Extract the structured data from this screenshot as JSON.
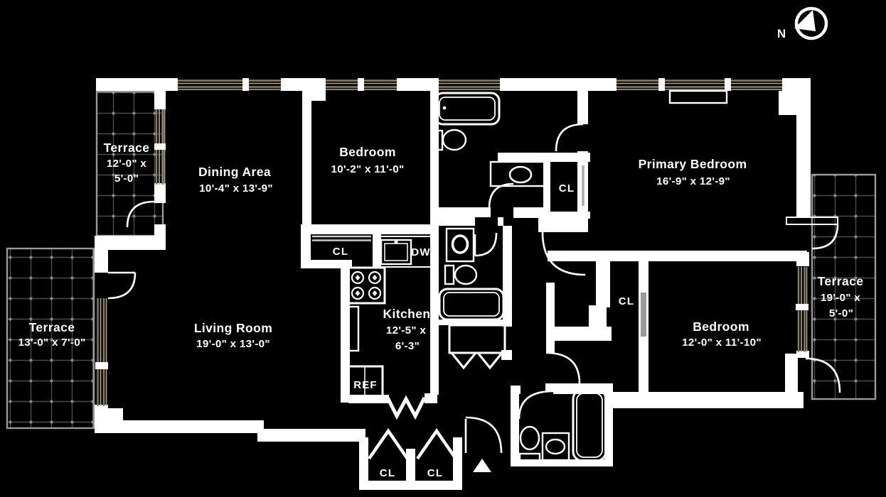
{
  "compass": {
    "label": "N"
  },
  "rooms": [
    {
      "id": "terrace-top-left",
      "name": "Terrace",
      "dims": [
        "12'-0\" x",
        "5'-0\""
      ]
    },
    {
      "id": "dining-area",
      "name": "Dining Area",
      "dims": [
        "10'-4\" x 13'-9\""
      ]
    },
    {
      "id": "bedroom-top",
      "name": "Bedroom",
      "dims": [
        "10'-2\" x 11'-0\""
      ]
    },
    {
      "id": "primary-bedroom",
      "name": "Primary Bedroom",
      "dims": [
        "16'-9\" x 12'-9\""
      ]
    },
    {
      "id": "terrace-left",
      "name": "Terrace",
      "dims": [
        "13'-0\" x 7'-0\""
      ]
    },
    {
      "id": "living-room",
      "name": "Living Room",
      "dims": [
        "19'-0\" x 13'-0\""
      ]
    },
    {
      "id": "kitchen",
      "name": "Kitchen",
      "dims": [
        "12'-5\" x",
        "6'-3\""
      ]
    },
    {
      "id": "bedroom-right",
      "name": "Bedroom",
      "dims": [
        "12'-0\" x 11'-10\""
      ]
    },
    {
      "id": "terrace-right",
      "name": "Terrace",
      "dims": [
        "19'-0\" x",
        "5'-0\""
      ]
    }
  ],
  "labels": {
    "closet": "CL",
    "dishwasher": "DW",
    "refrigerator": "REF"
  },
  "colors": {
    "background": "#000000",
    "wall": "#ffffff",
    "window_frame": "#8a7e63",
    "window_frame_light": "#b3a88e",
    "terrace_grid": "#4b4b4b",
    "terrace_dot": "#8b8b8b",
    "terrace_border": "#9a9a9a"
  }
}
